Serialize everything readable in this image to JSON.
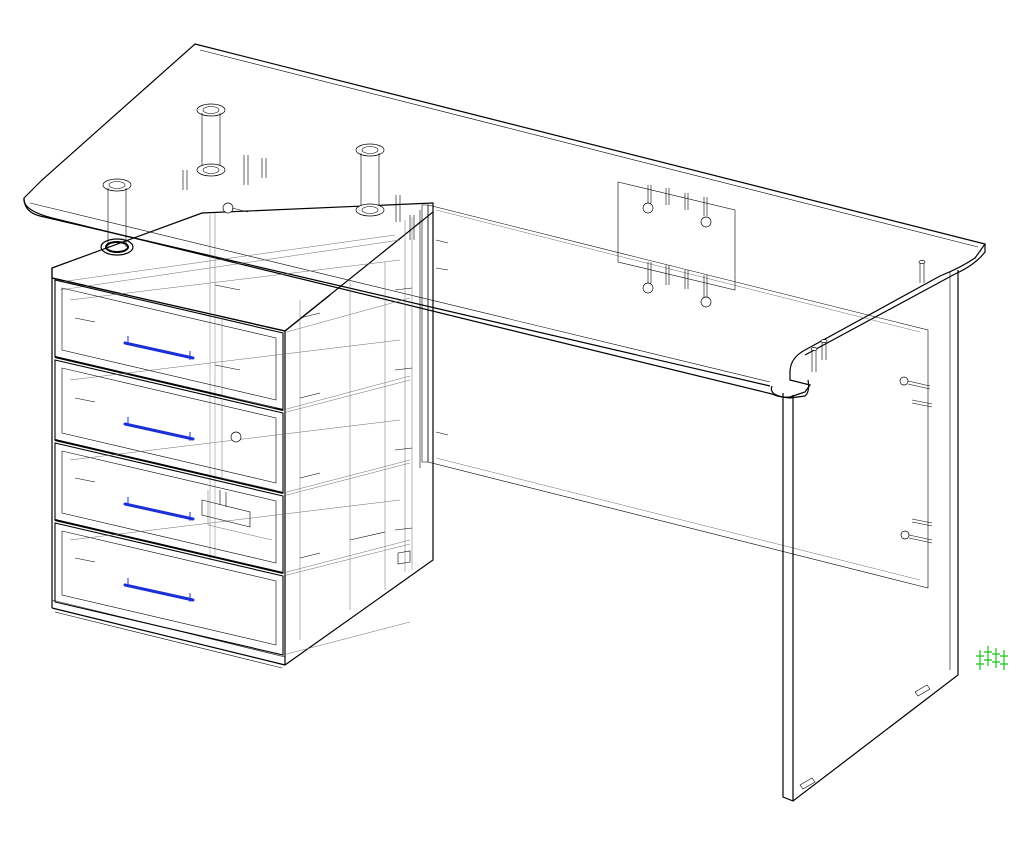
{
  "scene": {
    "kind": "cad-wireframe",
    "subject": "writing-desk-with-drawer-pedestal",
    "drawer_count": 4,
    "colors": {
      "background": "#ffffff",
      "edges": "#000000",
      "hidden_edges": "#6a6a6a",
      "handles": "#1a2fd6",
      "marker": "#18c418"
    },
    "icons": [
      "cam-lock-icon",
      "dowel-icon",
      "drawer-handle-icon",
      "cable-grommet-icon",
      "adjustable-foot-icon"
    ]
  }
}
